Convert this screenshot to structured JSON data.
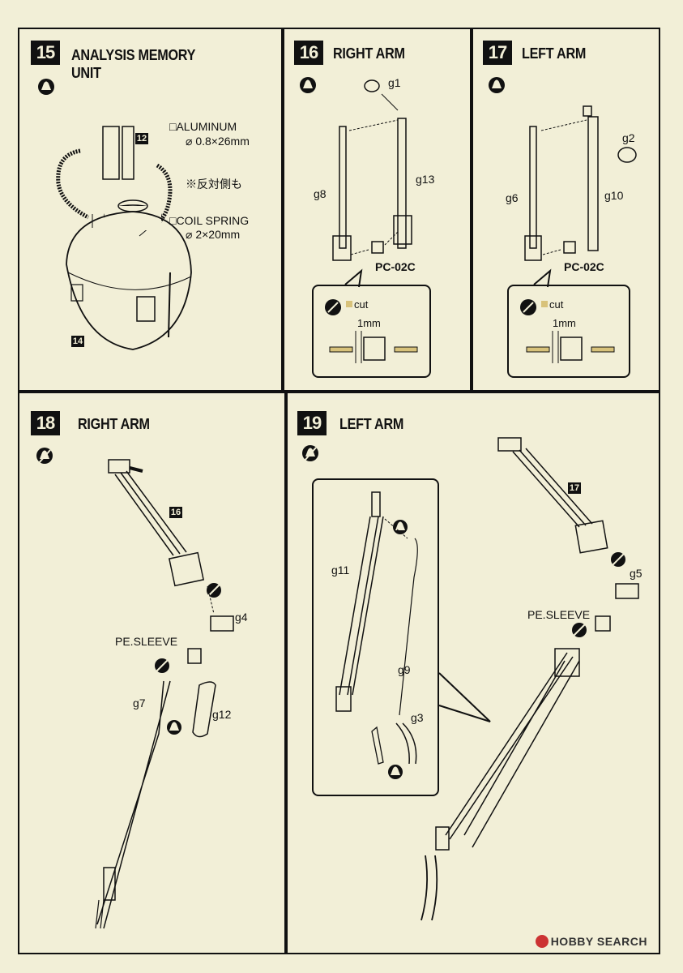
{
  "steps": [
    {
      "number": "15",
      "title_line1": "ANALYSIS MEMORY",
      "title_line2": "UNIT"
    },
    {
      "number": "16",
      "title": "RIGHT ARM"
    },
    {
      "number": "17",
      "title": "LEFT ARM"
    },
    {
      "number": "18",
      "title": "RIGHT ARM"
    },
    {
      "number": "19",
      "title": "LEFT ARM"
    }
  ],
  "step15": {
    "ref_12": "12",
    "ref_14": "14",
    "aluminum_label": "□ALUMINUM",
    "aluminum_size": "⌀ 0.8×26mm",
    "note_jp": "※反対側も",
    "spring_label": "□COIL SPRING",
    "spring_size": "⌀ 2×20mm"
  },
  "step16": {
    "g1": "g1",
    "g8": "g8",
    "g13": "g13",
    "pc": "PC-02C",
    "cut": "cut",
    "mm": "1mm"
  },
  "step17": {
    "g2": "g2",
    "g6": "g6",
    "g10": "g10",
    "pc": "PC-02C",
    "cut": "cut",
    "mm": "1mm"
  },
  "step18": {
    "ref_16": "16",
    "g4": "g4",
    "sleeve": "PE.SLEEVE",
    "g7": "g7",
    "g12": "g12"
  },
  "step19": {
    "ref_17": "17",
    "g5": "g5",
    "sleeve": "PE.SLEEVE",
    "g11": "g11",
    "g9": "g9",
    "g3": "g3"
  },
  "watermark": "HOBBY SEARCH",
  "colors": {
    "background": "#f2efd7",
    "ink": "#111111",
    "highlight": "#d8c27a"
  }
}
